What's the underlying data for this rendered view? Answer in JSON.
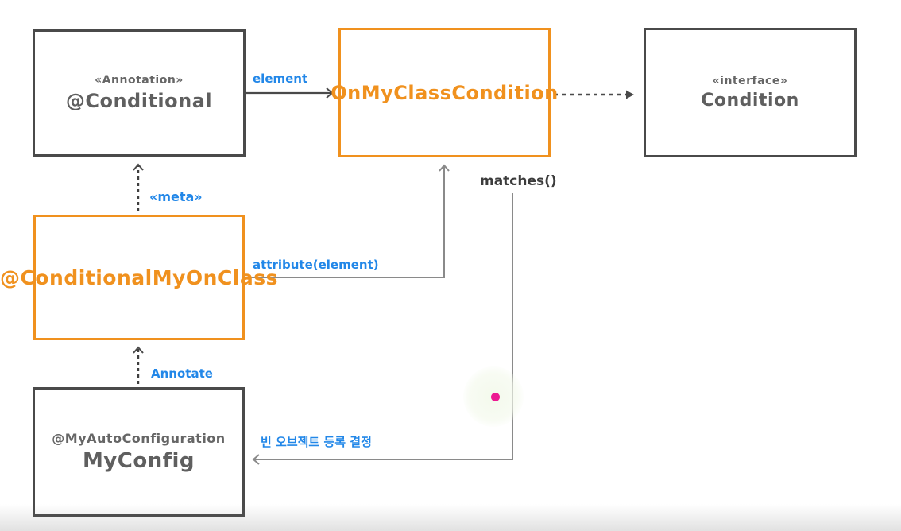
{
  "diagram": {
    "boxes": {
      "conditional": {
        "stereotype": "«Annotation»",
        "name": "@Conditional"
      },
      "on_my_class_condition": {
        "name": "OnMyClassCondition"
      },
      "condition": {
        "stereotype": "«interface»",
        "name": "Condition"
      },
      "conditional_my_on_class": {
        "name": "@ConditionalMyOnClass"
      },
      "my_config": {
        "stereotype": "@MyAutoConfiguration",
        "name": "MyConfig"
      }
    },
    "labels": {
      "element": "element",
      "meta": "«meta»",
      "attribute_element": "attribute(element)",
      "matches": "matches()",
      "annotate": "Annotate",
      "bean_decision": "빈 오브젝트 등록 결정"
    },
    "colors": {
      "accent_orange": "#f0911e",
      "label_blue": "#2287e8",
      "box_border_dark": "#4a4a4a",
      "connector_gray": "#8a8a8a",
      "pointer_pink": "#ec1a92"
    }
  }
}
